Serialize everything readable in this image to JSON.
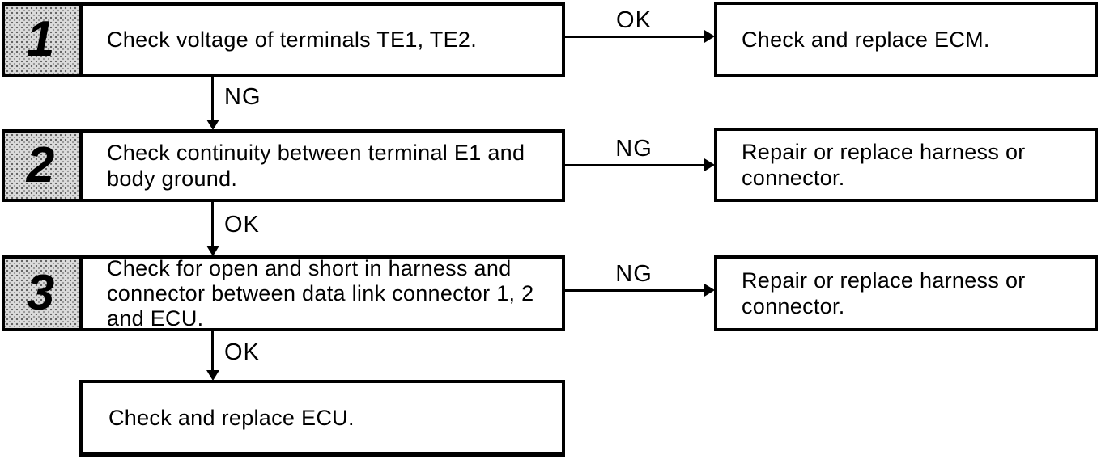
{
  "diagram": {
    "title": "ecu-diagnostic-flowchart",
    "colors": {
      "line": "#000000",
      "background": "#ffffff",
      "badge_fill": "#dcdcdc"
    },
    "steps": [
      {
        "number": "1",
        "text": "Check voltage of terminals TE1, TE2.",
        "down_label": "NG",
        "branch_label": "OK",
        "branch_text": "Check and replace ECM."
      },
      {
        "number": "2",
        "text": "Check continuity between terminal E1 and body ground.",
        "down_label": "OK",
        "branch_label": "NG",
        "branch_text": "Repair or replace harness or connector."
      },
      {
        "number": "3",
        "text": "Check for open and short in harness and connector between data link connector 1, 2 and ECU.",
        "down_label": "OK",
        "branch_label": "NG",
        "branch_text": "Repair or replace harness or connector."
      }
    ],
    "final_text": "Check and replace ECU."
  }
}
